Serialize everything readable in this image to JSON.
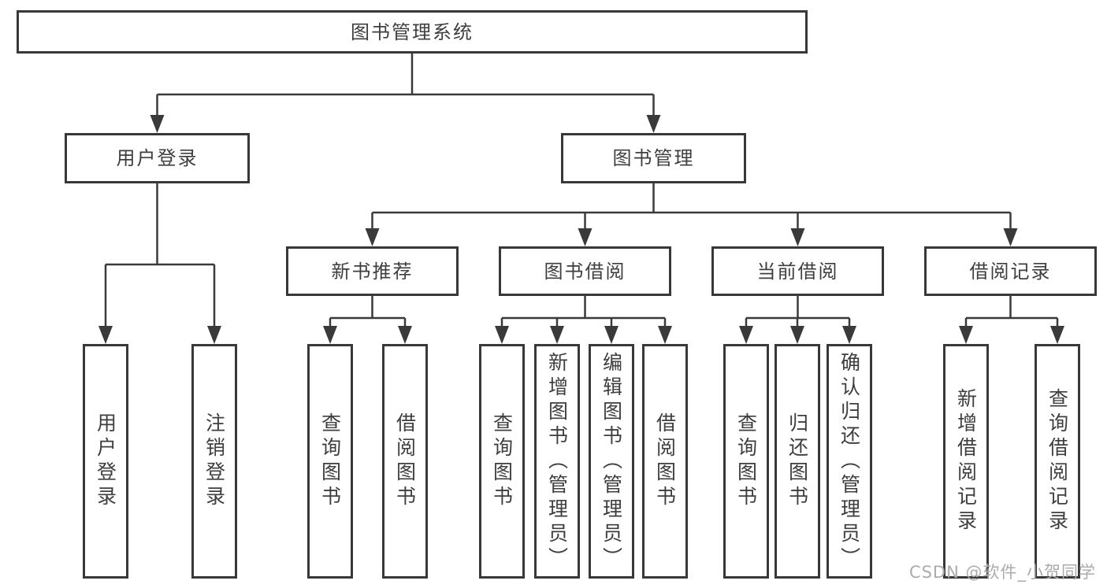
{
  "colors": {
    "ink": "#3a3a3a",
    "text": "#3e3e3e",
    "watermark": "#ababab",
    "background": "#ffffff"
  },
  "watermark": "CSDN @软件_小贺同学",
  "tree": {
    "label": "图书管理系统",
    "children": [
      {
        "label": "用户登录",
        "children": [
          {
            "label": "用户登录"
          },
          {
            "label": "注销登录"
          }
        ]
      },
      {
        "label": "图书管理",
        "children": [
          {
            "label": "新书推荐",
            "children": [
              {
                "label": "查询图书"
              },
              {
                "label": "借阅图书"
              }
            ]
          },
          {
            "label": "图书借阅",
            "children": [
              {
                "label": "查询图书"
              },
              {
                "label": "新增图书（管理员）"
              },
              {
                "label": "编辑图书（管理员）"
              },
              {
                "label": "借阅图书"
              }
            ]
          },
          {
            "label": "当前借阅",
            "children": [
              {
                "label": "查询图书"
              },
              {
                "label": "归还图书"
              },
              {
                "label": "确认归还（管理员）"
              }
            ]
          },
          {
            "label": "借阅记录",
            "children": [
              {
                "label": "新增借阅记录"
              },
              {
                "label": "查询借阅记录"
              }
            ]
          }
        ]
      }
    ]
  }
}
